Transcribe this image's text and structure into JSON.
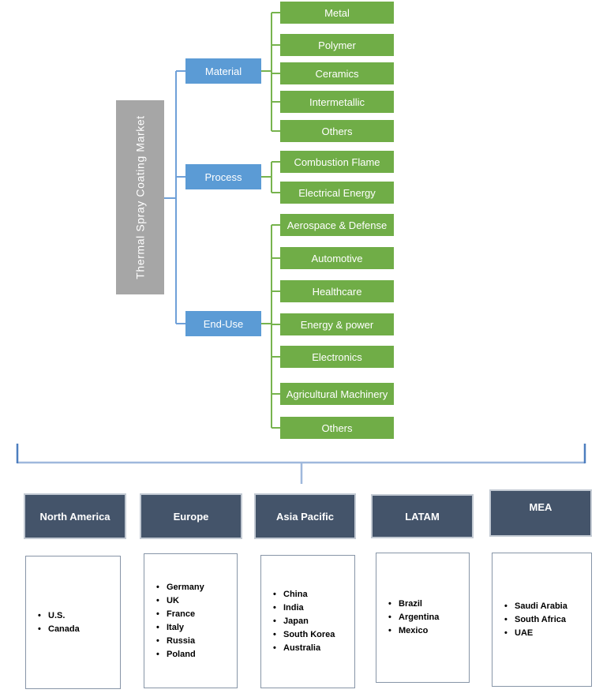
{
  "root": {
    "label": "Thermal Spray Coating Market"
  },
  "segments": [
    {
      "label": "Material",
      "children": [
        "Metal",
        "Polymer",
        "Ceramics",
        "Intermetallic",
        "Others"
      ]
    },
    {
      "label": "Process",
      "children": [
        "Combustion Flame",
        "Electrical Energy"
      ]
    },
    {
      "label": "End-Use",
      "children": [
        "Aerospace & Defense",
        "Automotive",
        "Healthcare",
        "Energy & power",
        "Electronics",
        "Agricultural Machinery",
        "Others"
      ]
    }
  ],
  "regions": [
    {
      "label": "North America",
      "countries": [
        "U.S.",
        "Canada"
      ]
    },
    {
      "label": "Europe",
      "countries": [
        "Germany",
        "UK",
        "France",
        "Italy",
        "Russia",
        "Poland"
      ]
    },
    {
      "label": "Asia Pacific",
      "countries": [
        "China",
        "India",
        "Japan",
        "South Korea",
        "Australia"
      ]
    },
    {
      "label": "LATAM",
      "countries": [
        "Brazil",
        "Argentina",
        "Mexico"
      ]
    },
    {
      "label": "MEA",
      "countries": [
        "Saudi Arabia",
        "South Africa",
        "UAE"
      ]
    }
  ],
  "colors": {
    "category_green": "#70AD47",
    "segment_blue": "#5B9BD5",
    "root_gray": "#A6A6A6",
    "region_header": "#44546A",
    "tree_line_blue": "#6FA0D8",
    "tree_line_green": "#77B34E",
    "bracket_light_blue": "#9FB8DC",
    "bracket_tick_blue": "#4d7ebf"
  }
}
